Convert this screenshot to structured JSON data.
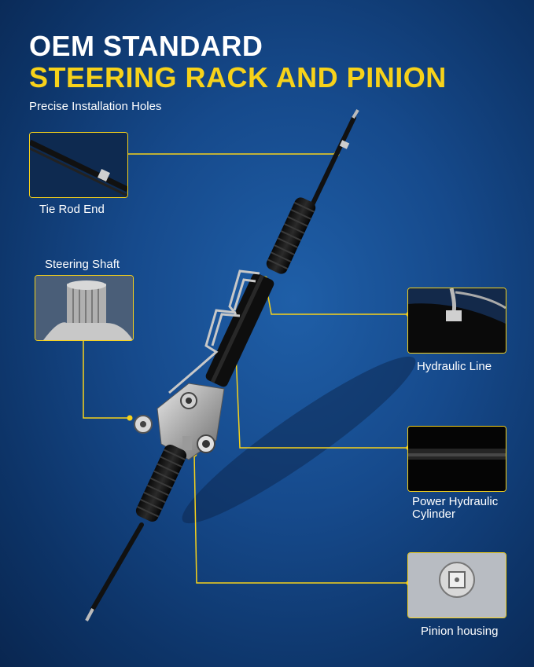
{
  "header": {
    "title_line1": "OEM STANDARD",
    "title_line2": "STEERING RACK AND PINION",
    "subtitle": "Precise Installation Holes"
  },
  "callouts": {
    "tie_rod_end": "Tie Rod End",
    "steering_shaft": "Steering Shaft",
    "hydraulic_line": "Hydraulic Line",
    "power_hydraulic_cylinder_line1": "Power Hydraulic",
    "power_hydraulic_cylinder_line2": "Cylinder",
    "pinion_housing": "Pinion housing"
  },
  "colors": {
    "accent": "#f7d21a",
    "background": "#164a8c"
  }
}
